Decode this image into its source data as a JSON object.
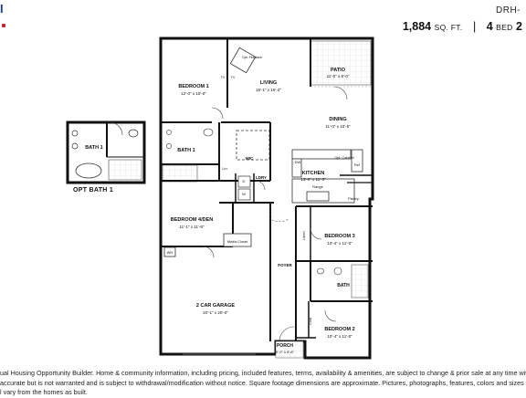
{
  "header": {
    "logo_glyph": "I",
    "plan_code": "DRH-",
    "sqft_value": "1,884",
    "sqft_unit": "SQ. FT.",
    "separator": "|",
    "bed_value": "4",
    "bed_unit": "BED",
    "bath_value": "2"
  },
  "option": {
    "label": "OPT BATH 1"
  },
  "rooms": {
    "bedroom1": {
      "name": "BEDROOM 1",
      "dims": "12'-0\" x 15'-0\""
    },
    "living": {
      "name": "LIVING",
      "dims": "15'-1\" x 16'-4\""
    },
    "fireplace": {
      "name": "Opt. Fireplace"
    },
    "patio": {
      "name": "PATIO",
      "dims": "11'-0\" x 8'-0\""
    },
    "dining": {
      "name": "DINING",
      "dims": "11'-0\" x 10'-5\""
    },
    "bath1": {
      "name": "BATH 1"
    },
    "opt_bath1_room": {
      "name": "BATH 1"
    },
    "wic": {
      "name": "WIC"
    },
    "lin1": {
      "name": "Lin"
    },
    "laundry": {
      "name": "LDRY"
    },
    "kitchen": {
      "name": "KITCHEN",
      "dims": "13'-0\" x 11'-3\""
    },
    "dw": {
      "name": "DW"
    },
    "opt_cabinet": {
      "name": "Opt. Cabinet"
    },
    "ref": {
      "name": "Ref"
    },
    "range": {
      "name": "Range"
    },
    "pantry": {
      "name": "Pantry"
    },
    "bedroom4": {
      "name": "BEDROOM 4/DEN",
      "dims": "11'-1\" x 11'-8\""
    },
    "media": {
      "name": "Media Closet"
    },
    "bedroom3": {
      "name": "BEDROOM 3",
      "dims": "10'-4\" x 11'-0\""
    },
    "lin2": {
      "name": "Linen"
    },
    "foyer": {
      "name": "FOYER"
    },
    "bath2": {
      "name": "BATH"
    },
    "garage": {
      "name": "2 CAR GARAGE",
      "dims": "20'-1\" x 20'-0\""
    },
    "wh": {
      "name": "WH"
    },
    "bedroom2": {
      "name": "BEDROOM 2",
      "dims": "10'-4\" x 11'-0\""
    },
    "coat": {
      "name": "Coat"
    },
    "porch": {
      "name": "PORCH",
      "dims": "5'-0\" x 8'-8\""
    },
    "tv1": {
      "name": "TV"
    },
    "tv2": {
      "name": "TV"
    },
    "d_mark": {
      "name": "D"
    },
    "w_mark": {
      "name": "W"
    }
  },
  "disclaimer": {
    "line1": "ual Housing Opportunity Builder. Home & community information, including pricing, included features, terms, availability & amenities, are subject to change & prior sale at any time without notic",
    "line2": "accurate but is not warranted and is subject to withdrawal/modification without notice. Square footage dimensions are approximate. Pictures, photographs, features, colors and sizes are appr",
    "line3": "l vary from the homes as built."
  }
}
